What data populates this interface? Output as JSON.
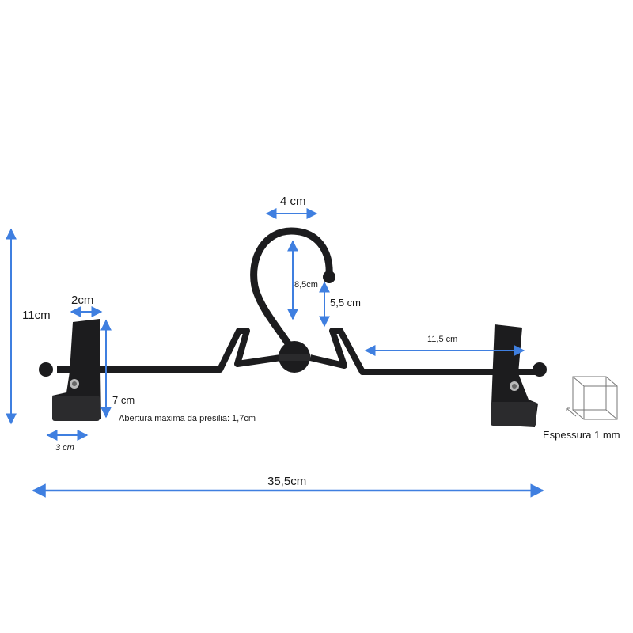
{
  "labels": {
    "hook_width": "4 cm",
    "hook_height": "8,5cm",
    "hook_drop": "5,5 cm",
    "total_height": "11cm",
    "clip_width": "2cm",
    "clip_height": "7 cm",
    "clip_base_width": "3 cm",
    "arm_length": "11,5 cm",
    "total_width": "35,5cm",
    "clip_opening": "Abertura maxima da presilia: 1,7cm",
    "thickness": "Espessura 1 mm"
  },
  "colors": {
    "arrow": "#3f7fe0",
    "hanger": "#1c1c1e",
    "label": "#1a1a1a"
  },
  "icons": [
    "cube-outline-icon"
  ]
}
